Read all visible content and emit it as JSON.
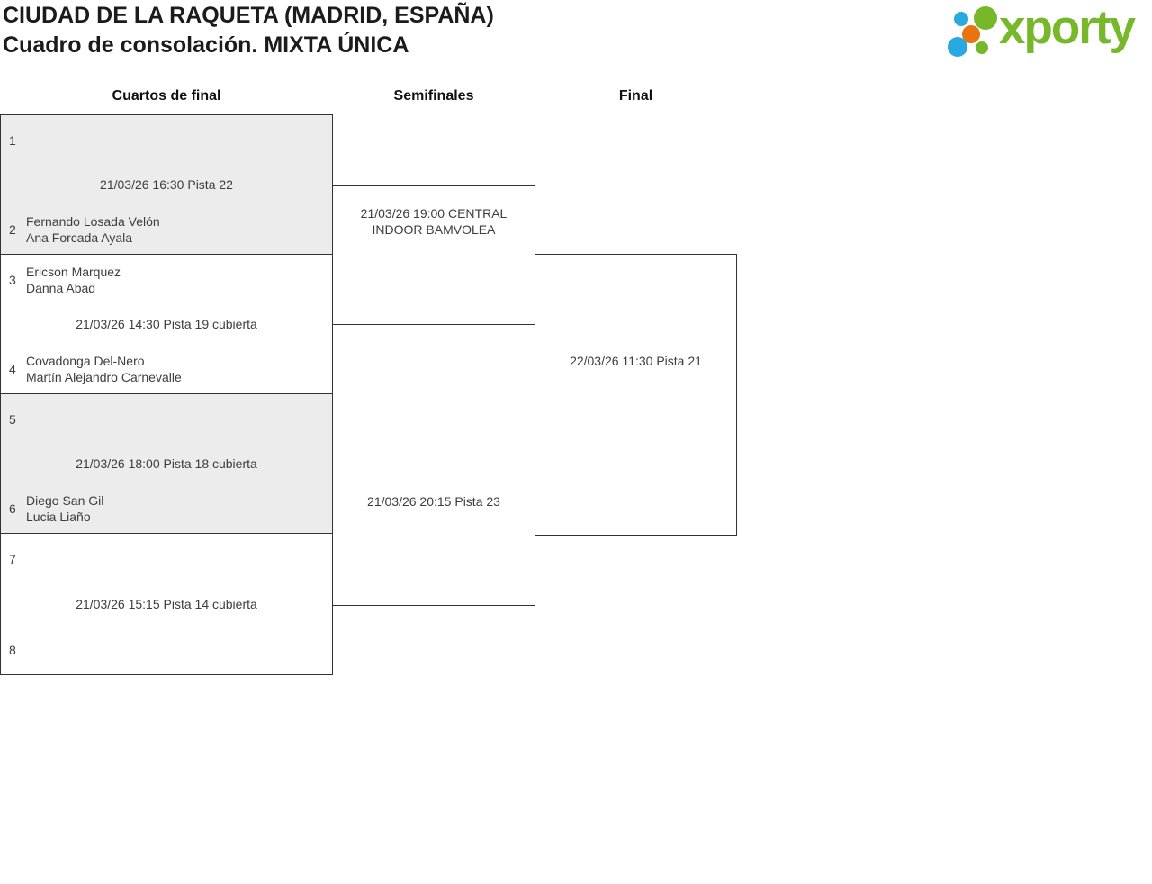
{
  "header": {
    "title": "CIUDAD DE LA RAQUETA (MADRID, ESPAÑA)",
    "subtitle": "Cuadro de consolación. MIXTA ÚNICA"
  },
  "logo": {
    "text": "xporty",
    "green": "#76b82a",
    "blue": "#29a9e0",
    "orange": "#e8730f"
  },
  "round_headers": [
    "Cuartos de final",
    "Semifinales",
    "Final"
  ],
  "bracket": {
    "shaded_box_color": "#ececec",
    "quarterfinals": [
      {
        "match_info": "21/03/26 16:30 Pista 22",
        "top": {
          "seed": "1",
          "player1": "",
          "player2": ""
        },
        "bottom": {
          "seed": "2",
          "player1": "Fernando Losada Velón",
          "player2": "Ana Forcada Ayala"
        }
      },
      {
        "match_info": "21/03/26 14:30 Pista 19 cubierta",
        "top": {
          "seed": "3",
          "player1": "Ericson Marquez",
          "player2": "Danna Abad"
        },
        "bottom": {
          "seed": "4",
          "player1": "Covadonga Del-Nero",
          "player2": "Martín Alejandro Carnevalle"
        }
      },
      {
        "match_info": "21/03/26 18:00 Pista 18 cubierta",
        "top": {
          "seed": "5",
          "player1": "",
          "player2": ""
        },
        "bottom": {
          "seed": "6",
          "player1": "Diego San Gil",
          "player2": "Lucia Liaño"
        }
      },
      {
        "match_info": "21/03/26 15:15 Pista 14 cubierta",
        "top": {
          "seed": "7",
          "player1": "",
          "player2": ""
        },
        "bottom": {
          "seed": "8",
          "player1": "",
          "player2": ""
        }
      }
    ],
    "semifinals": [
      {
        "match_info_line1": "21/03/26 19:00 CENTRAL",
        "match_info_line2": "INDOOR BAMVOLEA"
      },
      {
        "match_info_line1": "21/03/26 20:15 Pista 23",
        "match_info_line2": ""
      }
    ],
    "final": {
      "match_info": "22/03/26 11:30 Pista 21"
    }
  }
}
